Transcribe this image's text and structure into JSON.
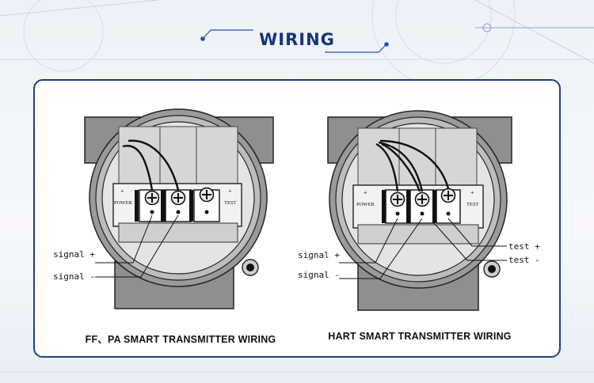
{
  "header": {
    "title": "WIRING",
    "accent_color": "#14367a"
  },
  "left_diagram": {
    "caption": "FF、PA SMART TRANSMITTER WIRING",
    "power_label": "POWER",
    "test_label": "TEST",
    "signal_plus": "signal +",
    "signal_minus": "signal -"
  },
  "right_diagram": {
    "caption": "HART SMART TRANSMITTER WIRING",
    "power_label": "POWER",
    "test_label": "TEST",
    "signal_plus": "signal +",
    "signal_minus": "signal -",
    "test_plus": "test +",
    "test_minus": "test -"
  },
  "icons": [
    "screw-terminal-icon",
    "cable-gland-icon"
  ]
}
